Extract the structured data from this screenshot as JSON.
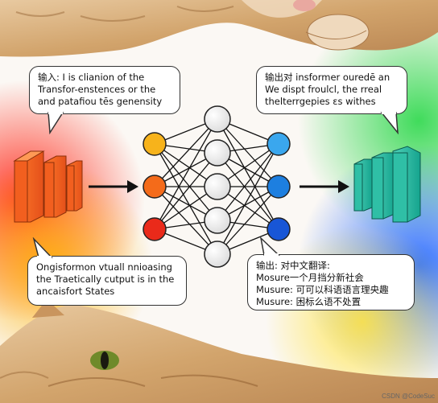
{
  "bubbles": {
    "top_left": {
      "lines": [
        "输入: I is clianion of the",
        "Transfor-enstences or the",
        "and patafiou tēs genensity"
      ]
    },
    "top_right": {
      "lines": [
        "输出对 insformer ouredē an",
        "We dispt froulcl, the rreal",
        "thelterrgepies ɛs withes"
      ]
    },
    "bottom_left": {
      "lines": [
        "Ongisformon vtuall nnioasing",
        "the Traetically cutput is in the",
        "ancaisfort States"
      ]
    },
    "bottom_right": {
      "lines": [
        "输出: 对中文翻译:",
        "Mosure一个月挡分新社会",
        "Musure: 可可以科语语言理央趣",
        "Musure: 困标么语不处置"
      ]
    }
  },
  "network": {
    "input_colors": [
      "#f7b31b",
      "#f46b1a",
      "#ea2a1a"
    ],
    "hidden_count": 5,
    "output_colors": [
      "#3aa7ee",
      "#1d7fe0",
      "#1856d6"
    ]
  },
  "watermark": "CSDN @CodeSuc"
}
